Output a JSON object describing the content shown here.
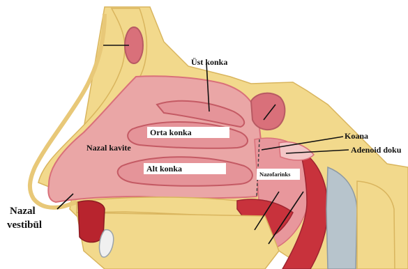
{
  "labels": {
    "ust_konka": "Üst konka",
    "orta_konka": "Orta konka",
    "nazal_kavite": "Nazal kavite",
    "alt_konka": "Alt konka",
    "koana": "Koana",
    "adenoid": "Adenoid doku",
    "nazofarinks": "Nazofarinks",
    "nazal_vestibul_line1": "Nazal",
    "nazal_vestibul_line2": "vestibül"
  },
  "colors": {
    "bone": "#f2d98c",
    "bone_edge": "#d9b55e",
    "cavity": "#eaa6a6",
    "mucosa": "#d9707a",
    "muscle": "#c8323c",
    "cartilage": "#b7c4cc"
  }
}
